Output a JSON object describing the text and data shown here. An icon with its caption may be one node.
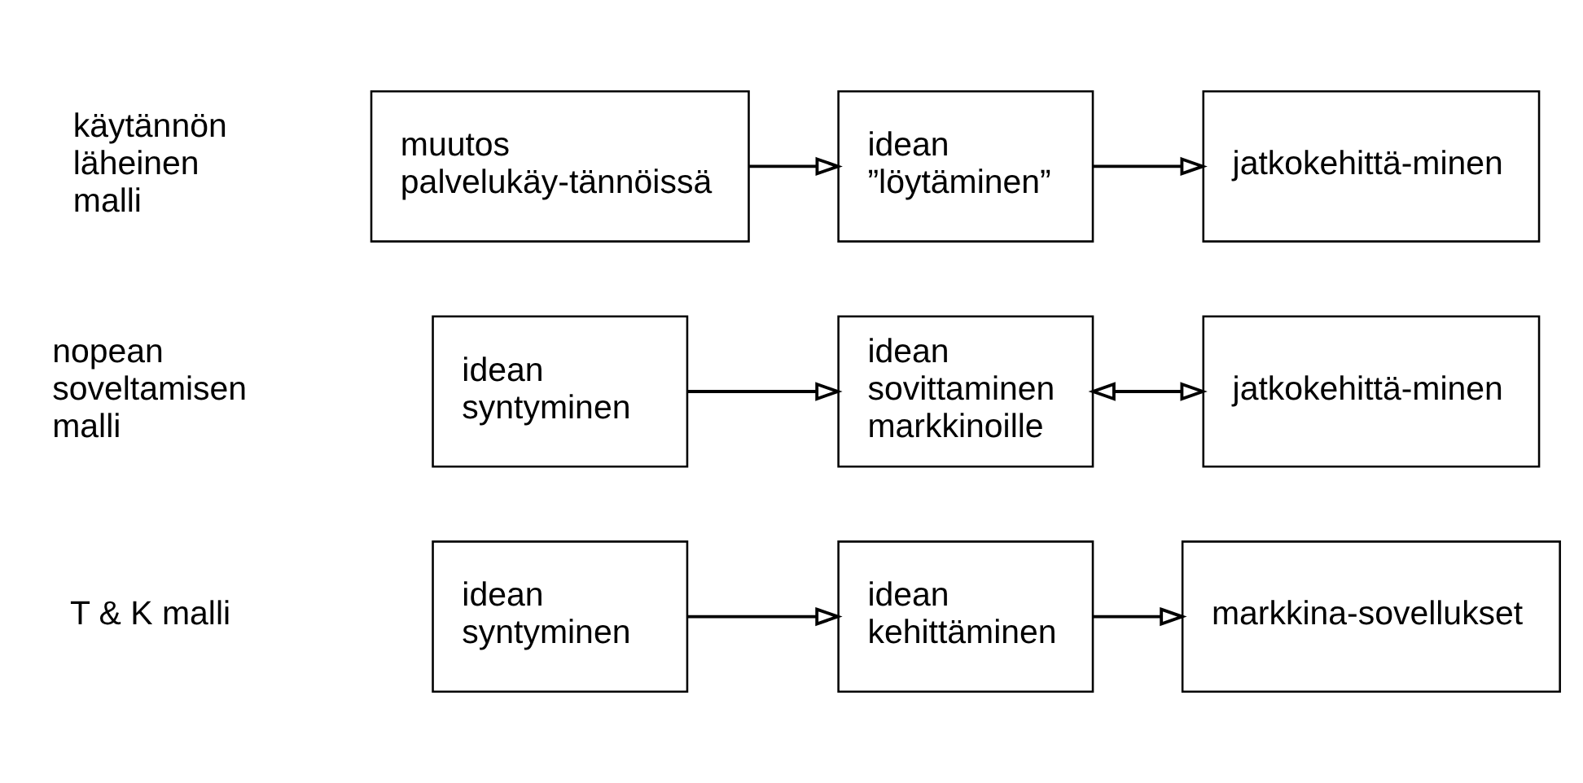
{
  "diagram": {
    "nodes": [
      {
        "text": [
          "idean syntyminen"
        ]
      },
      {
        "text": [
          "idean kehittäminen"
        ]
      },
      {
        "text": [
          "markkina-sovellukset"
        ]
      },
      {
        "text": [
          "idean syntyminen"
        ]
      },
      {
        "text": [
          "idean sovittaminen markkinoille"
        ]
      },
      {
        "text": [
          "jatkokehittä-minen"
        ]
      },
      {
        "text": [
          "muutos palvelukäy-tännöissä"
        ]
      },
      {
        "text": [
          "idean ”löytäminen”"
        ]
      },
      {
        "text": [
          "jatkokehittä-minen"
        ]
      }
    ],
    "edges": [
      {
        "from": 0,
        "to": 1,
        "arrow": "to"
      },
      {
        "from": 1,
        "to": 2,
        "arrow": "to"
      },
      {
        "from": 3,
        "to": 4,
        "arrow": "to"
      },
      {
        "from": 4,
        "to": 5,
        "arrow": "both"
      },
      {
        "from": 6,
        "to": 7,
        "arrow": "to"
      },
      {
        "from": 7,
        "to": 8,
        "arrow": "to"
      }
    ],
    "labels": [
      "T & K malli",
      "nopean soveltamisen malli",
      "käytännön läheinen malli"
    ]
  }
}
